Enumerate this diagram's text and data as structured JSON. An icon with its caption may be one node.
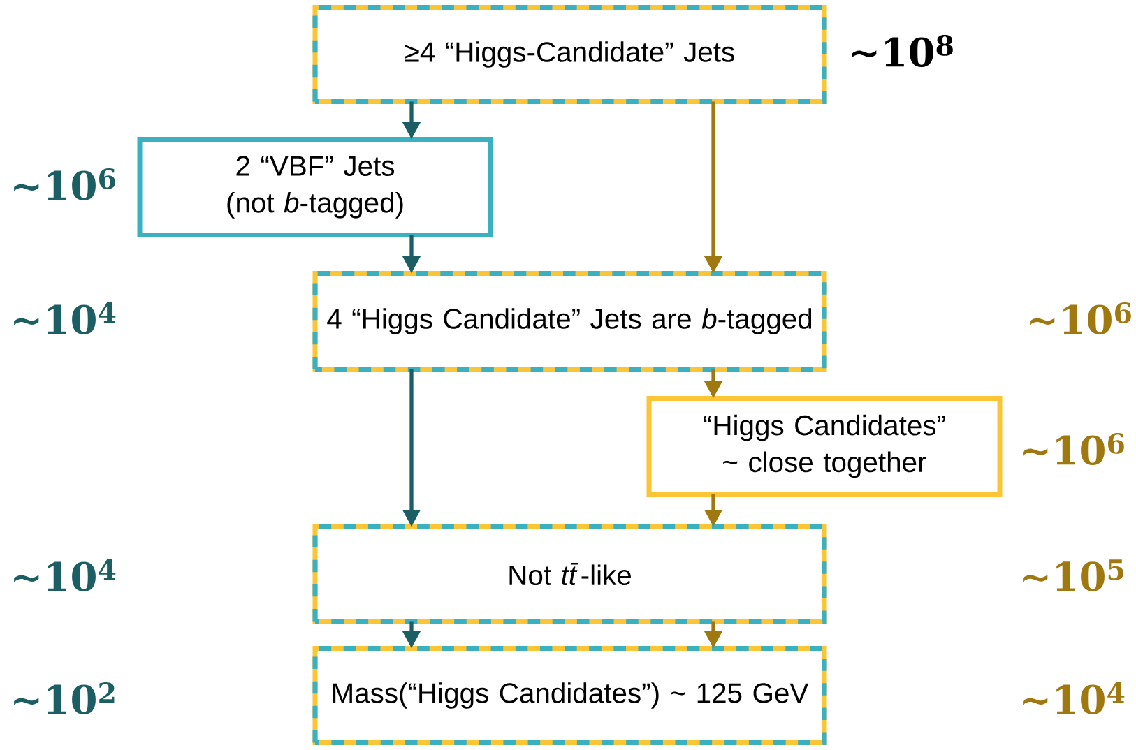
{
  "diagram": {
    "nodes": [
      {
        "text": [
          "≥4 “Higgs-Candidate” Jets"
        ],
        "beside": [
          "∼10$^{8}$"
        ]
      },
      {
        "text": [
          "2 “VBF” Jets (not *b*-tagged)"
        ],
        "beside": [
          "∼10$^{6}$"
        ]
      },
      {
        "text": [
          "4 “Higgs Candidate” Jets are *b*-tagged"
        ]
      },
      {
        "text": [
          "“Higgs Candidates” ~ close together"
        ],
        "beside": [
          "∼10$^{6}$"
        ]
      },
      {
        "text": [
          "Not *tt̄*-like"
        ]
      },
      {
        "text": [
          "Mass(“Higgs Candidates”) ~ 125 GeV"
        ]
      }
    ],
    "labels": [
      "∼10$^{4}$",
      "∼10$^{6}$",
      "∼10$^{4}$",
      "∼10$^{5}$",
      "∼10$^{2}$",
      "∼10$^{4}$"
    ],
    "edges": [
      {
        "from": 0,
        "to": 1,
        "arrow": "to",
        "color": "#1b5e63"
      },
      {
        "from": 1,
        "to": 2,
        "arrow": "to",
        "color": "#1b5e63"
      },
      {
        "from": 0,
        "to": 2,
        "arrow": "to",
        "color": "#a07810"
      },
      {
        "from": 2,
        "to": 4,
        "arrow": "to",
        "color": "#1b5e63"
      },
      {
        "from": 2,
        "to": 3,
        "arrow": "to",
        "color": "#a07810"
      },
      {
        "from": 3,
        "to": 4,
        "arrow": "to",
        "color": "#a07810"
      },
      {
        "from": 4,
        "to": 5,
        "arrow": "to",
        "color": "#1b5e63"
      },
      {
        "from": 4,
        "to": 5,
        "arrow": "to",
        "color": "#a07810"
      }
    ]
  }
}
